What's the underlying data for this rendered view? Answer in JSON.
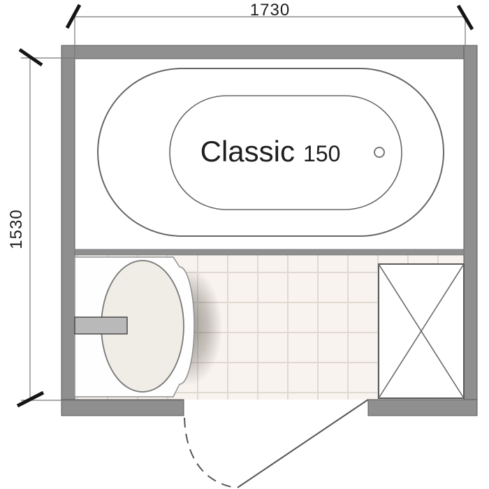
{
  "dimensions": {
    "width_mm": "1730",
    "height_mm": "1530"
  },
  "bathtub": {
    "brand": "Classic",
    "size": "150"
  },
  "colors": {
    "wall": "#8F8F8F",
    "wall_outline": "#5A5A5A",
    "tile_floor": "#F8F3EE",
    "tile_grout": "#DFD9D2",
    "fixture_outline": "#666666",
    "dimension_line": "#787878",
    "tick": "#151515",
    "label_text": "#1E1E1E",
    "basin_fill": "#F0ECE6",
    "faucet_fill": "#B9B9B9"
  }
}
